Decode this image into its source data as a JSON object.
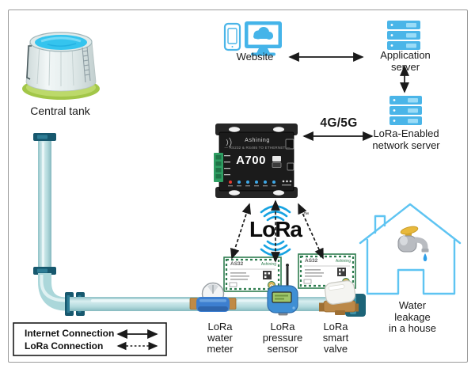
{
  "palette": {
    "icon_blue": "#47b5e8",
    "icon_blue_light": "#9adcf7",
    "house_blue": "#5ec4f2",
    "lora_blue": "#17a3e1",
    "pipe_teal": "#aed9dc",
    "pipe_dark": "#17586e",
    "pcb_green": "#2e7d4f",
    "device_black": "#1f1f1f",
    "arrow_black": "#1a1a1a"
  },
  "nodes": {
    "central_tank": {
      "label": "Central tank"
    },
    "website": {
      "label": "Website"
    },
    "application_server": {
      "label": "Application server"
    },
    "network_server": {
      "label": "LoRa-Enabled\nnetwork server"
    },
    "cellular_link": {
      "label": "4G/5G"
    },
    "gateway": {
      "brand": "Ashining",
      "subtitle": "— RS232 & RS485 TO ETHERNET —",
      "model": "A700"
    },
    "lora_logo": {
      "word": "LoRa",
      "trademark": "™"
    },
    "module_left": {
      "model": "AS32",
      "brand": "Ashining"
    },
    "module_right": {
      "model": "AS32",
      "brand": "Ashining"
    },
    "water_meter": {
      "label": "LoRa\nwater\nmeter"
    },
    "pressure_sensor": {
      "label": "LoRa\npressure\nsensor"
    },
    "smart_valve": {
      "label": "LoRa\nsmart\nvalve"
    },
    "house": {
      "label": "Water leakage\nin a house"
    }
  },
  "legend": {
    "internet_label": "Internet Connection",
    "lora_label": "LoRa Connection"
  }
}
